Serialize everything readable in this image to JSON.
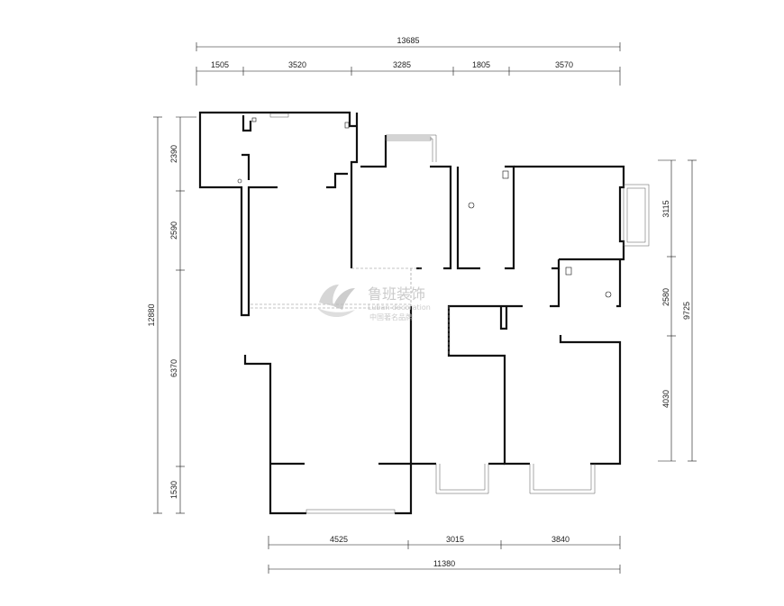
{
  "dimensions": {
    "top_total": "13685",
    "top_segments": [
      "1505",
      "3520",
      "3285",
      "1805",
      "3570"
    ],
    "left_total": "12880",
    "left_segments": [
      "2390",
      "2590",
      "6370",
      "1530"
    ],
    "right_total": "9725",
    "right_segments": [
      "3115",
      "2580",
      "4030"
    ],
    "bottom_segments": [
      "4525",
      "3015",
      "3840"
    ],
    "bottom_total": "11380"
  },
  "watermark": {
    "brand": "鲁班装饰",
    "subtitle": "Luban decoration",
    "tagline": "中国著名品牌"
  }
}
